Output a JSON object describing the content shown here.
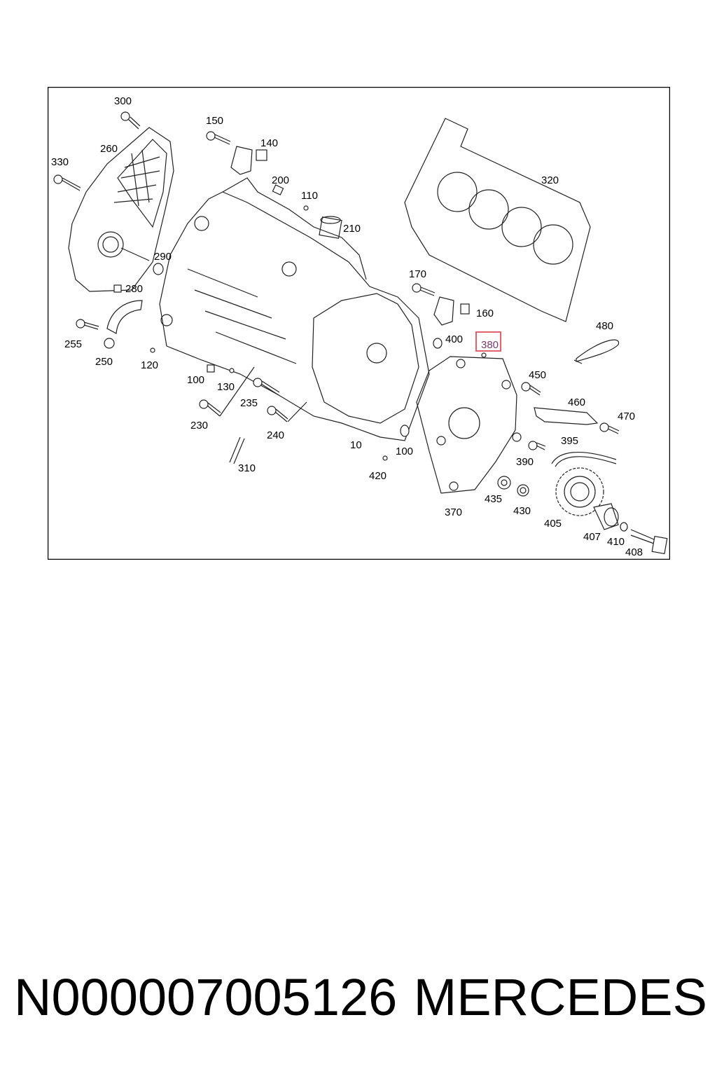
{
  "diagram": {
    "highlight_color": "#e05060",
    "highlighted_part": "380",
    "labels": {
      "p300": "300",
      "p150": "150",
      "p140": "140",
      "p260": "260",
      "p330": "330",
      "p200": "200",
      "p110": "110",
      "p210": "210",
      "p320": "320",
      "p290": "290",
      "p280": "280",
      "p170": "170",
      "p160": "160",
      "p255": "255",
      "p250": "250",
      "p120": "120",
      "p480": "480",
      "p400": "400",
      "p380": "380",
      "p100a": "100",
      "p130": "130",
      "p450": "450",
      "p235": "235",
      "p460": "460",
      "p230": "230",
      "p470": "470",
      "p240": "240",
      "p395": "395",
      "p10": "10",
      "p100b": "100",
      "p390": "390",
      "p310": "310",
      "p420": "420",
      "p435": "435",
      "p430": "430",
      "p370": "370",
      "p405": "405",
      "p407": "407",
      "p410": "410",
      "p408": "408"
    }
  },
  "caption": {
    "part_number": "N000007005126",
    "brand": "MERCEDES"
  }
}
